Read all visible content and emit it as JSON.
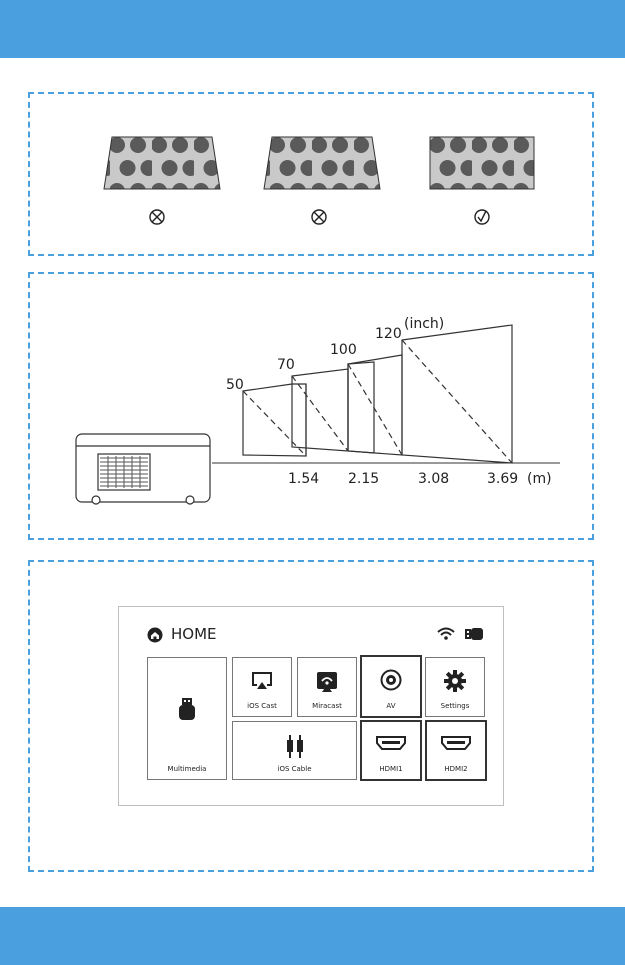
{
  "screen_panel": {
    "marks": [
      "cross",
      "cross",
      "check"
    ]
  },
  "distance_panel": {
    "unit_inch": "(inch)",
    "sizes": [
      "50",
      "70",
      "100",
      "120"
    ],
    "distances": [
      "1.54",
      "2.15",
      "3.08",
      "3.69"
    ],
    "unit_m": "(m)"
  },
  "home_ui": {
    "title": "HOME",
    "tiles": {
      "multimedia": "Multimedia",
      "ios_cast": "iOS Cast",
      "miracast": "Miracast",
      "av": "AV",
      "settings": "Settings",
      "ios_cable": "iOS Cable",
      "hdmi1": "HDMI1",
      "hdmi2": "HDMI2"
    }
  },
  "colors": {
    "accent": "#4a9fdf",
    "dots": "#5a5a5a",
    "screen": "#c9c9c9"
  }
}
